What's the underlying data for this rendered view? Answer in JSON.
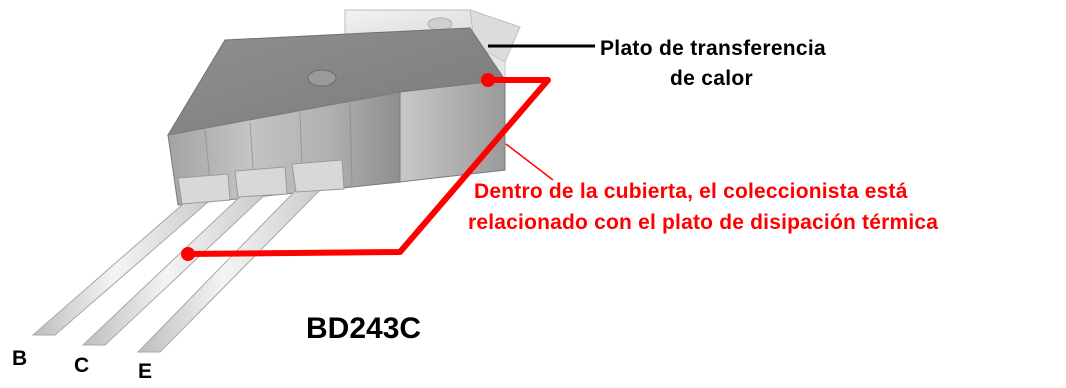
{
  "labels": {
    "heat_plate_line1": "Plato de transferencia",
    "heat_plate_line2": "de calor",
    "note_line1": "Dentro de la cubierta, el coleccionista está",
    "note_line2": "relacionado con el plato de disipación térmica",
    "model": "BD243C",
    "pin_b": "B",
    "pin_c": "C",
    "pin_e": "E"
  },
  "colors": {
    "annotation_red": "#ff0000",
    "text_black": "#000000"
  }
}
